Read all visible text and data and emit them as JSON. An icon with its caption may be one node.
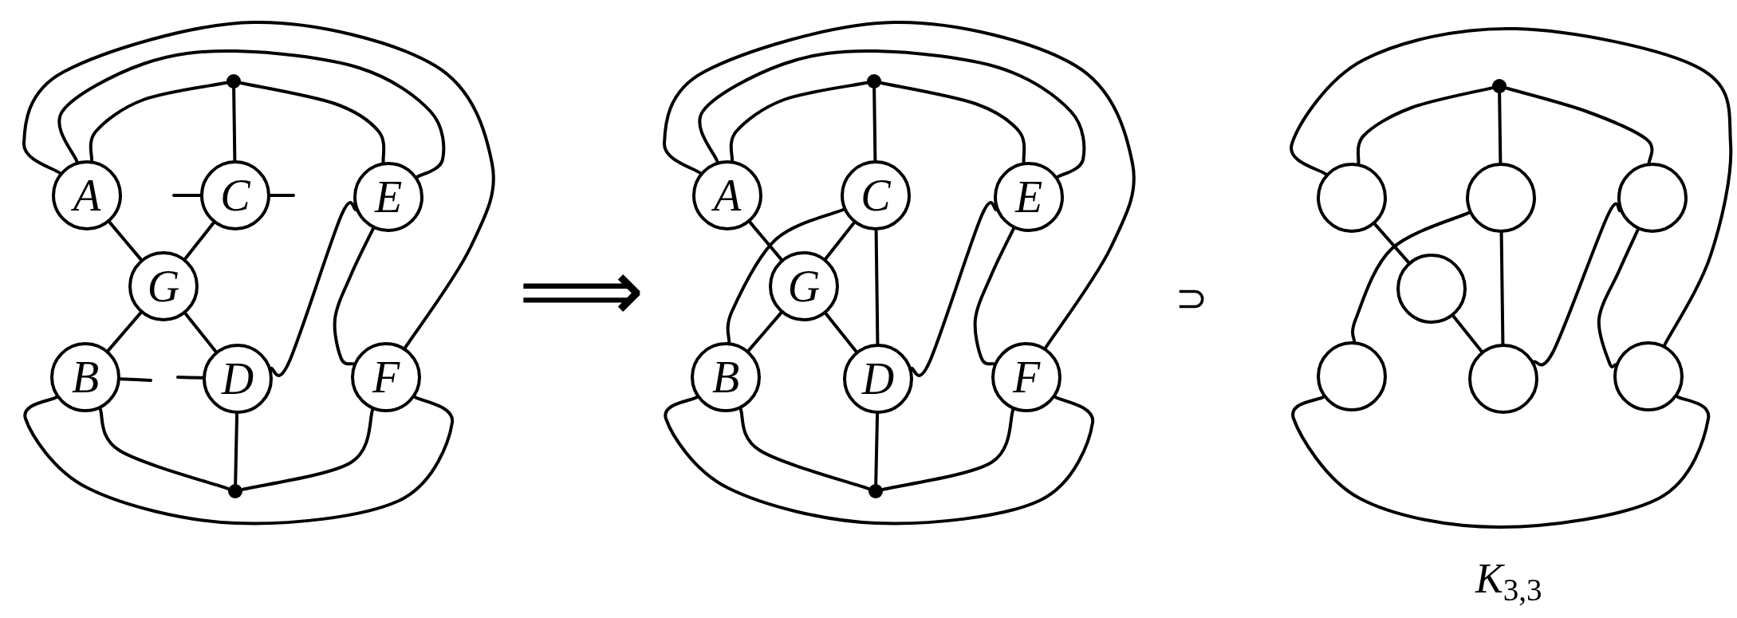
{
  "diagram": {
    "nodes": [
      {
        "text": [],
        "shape": "dot"
      },
      {
        "text": [
          "A"
        ]
      },
      {
        "text": [
          "C"
        ]
      },
      {
        "text": [
          "E"
        ]
      },
      {
        "text": [
          "G"
        ]
      },
      {
        "text": [
          "B"
        ]
      },
      {
        "text": [
          "D"
        ]
      },
      {
        "text": [
          "F"
        ]
      },
      {
        "text": [],
        "shape": "dot"
      },
      {
        "text": [],
        "shape": "dot"
      },
      {
        "text": [
          "A"
        ]
      },
      {
        "text": [
          "C"
        ]
      },
      {
        "text": [
          "E"
        ]
      },
      {
        "text": [
          "G"
        ]
      },
      {
        "text": [
          "B"
        ]
      },
      {
        "text": [
          "D"
        ]
      },
      {
        "text": [
          "F"
        ]
      },
      {
        "text": [],
        "shape": "dot"
      },
      {
        "text": [],
        "shape": "dot"
      },
      {
        "text": [],
        "shape": "circle"
      },
      {
        "text": [],
        "shape": "circle"
      },
      {
        "text": [],
        "shape": "circle"
      },
      {
        "text": [],
        "shape": "circle"
      },
      {
        "text": [],
        "shape": "circle"
      },
      {
        "text": [],
        "shape": "circle"
      },
      {
        "text": [],
        "shape": "circle"
      }
    ],
    "edges": [
      {
        "from": 0,
        "to": 2,
        "arrow": "none"
      },
      {
        "from": 0,
        "to": 1,
        "arrow": "none"
      },
      {
        "from": 0,
        "to": 3,
        "arrow": "none"
      },
      {
        "from": 1,
        "to": 3,
        "arrow": "none"
      },
      {
        "from": 1,
        "to": 7,
        "arrow": "none"
      },
      {
        "from": 1,
        "to": 4,
        "arrow": "none"
      },
      {
        "from": 2,
        "to": 4,
        "arrow": "none"
      },
      {
        "from": 4,
        "to": 5,
        "arrow": "none"
      },
      {
        "from": 4,
        "to": 6,
        "arrow": "none"
      },
      {
        "from": 2,
        "to": null,
        "arrow": "none"
      },
      {
        "from": 2,
        "to": null,
        "arrow": "none"
      },
      {
        "from": 5,
        "to": null,
        "arrow": "none"
      },
      {
        "from": 6,
        "to": null,
        "arrow": "none"
      },
      {
        "from": 6,
        "to": 3,
        "arrow": "none"
      },
      {
        "from": 3,
        "to": 7,
        "arrow": "none"
      },
      {
        "from": 5,
        "to": 8,
        "arrow": "none"
      },
      {
        "from": 6,
        "to": 8,
        "arrow": "none"
      },
      {
        "from": 7,
        "to": 8,
        "arrow": "none"
      },
      {
        "from": 5,
        "to": 7,
        "arrow": "none"
      },
      {
        "from": 9,
        "to": 11,
        "arrow": "none"
      },
      {
        "from": 9,
        "to": 10,
        "arrow": "none"
      },
      {
        "from": 9,
        "to": 12,
        "arrow": "none"
      },
      {
        "from": 10,
        "to": 12,
        "arrow": "none"
      },
      {
        "from": 10,
        "to": 16,
        "arrow": "none"
      },
      {
        "from": 10,
        "to": 13,
        "arrow": "none"
      },
      {
        "from": 11,
        "to": 13,
        "arrow": "none"
      },
      {
        "from": 13,
        "to": 14,
        "arrow": "none"
      },
      {
        "from": 13,
        "to": 15,
        "arrow": "none"
      },
      {
        "from": 11,
        "to": 14,
        "arrow": "none"
      },
      {
        "from": 11,
        "to": 15,
        "arrow": "none"
      },
      {
        "from": 15,
        "to": 12,
        "arrow": "none"
      },
      {
        "from": 12,
        "to": 16,
        "arrow": "none"
      },
      {
        "from": 14,
        "to": 17,
        "arrow": "none"
      },
      {
        "from": 15,
        "to": 17,
        "arrow": "none"
      },
      {
        "from": 16,
        "to": 17,
        "arrow": "none"
      },
      {
        "from": 14,
        "to": 16,
        "arrow": "none"
      },
      {
        "from": 18,
        "to": 19,
        "arrow": "none"
      },
      {
        "from": 18,
        "to": 20,
        "arrow": "none"
      },
      {
        "from": 18,
        "to": 21,
        "arrow": "none"
      },
      {
        "from": 19,
        "to": 25,
        "arrow": "none"
      },
      {
        "from": 19,
        "to": 22,
        "arrow": "none"
      },
      {
        "from": 22,
        "to": 24,
        "arrow": "none"
      },
      {
        "from": 20,
        "to": 23,
        "arrow": "none"
      },
      {
        "from": 20,
        "to": 24,
        "arrow": "none"
      },
      {
        "from": 24,
        "to": 21,
        "arrow": "none"
      },
      {
        "from": 21,
        "to": 25,
        "arrow": "none"
      },
      {
        "from": 23,
        "to": 25,
        "arrow": "none"
      }
    ],
    "labels": [
      "⟹",
      "⊃",
      "*K*$_{3,3}$"
    ]
  }
}
